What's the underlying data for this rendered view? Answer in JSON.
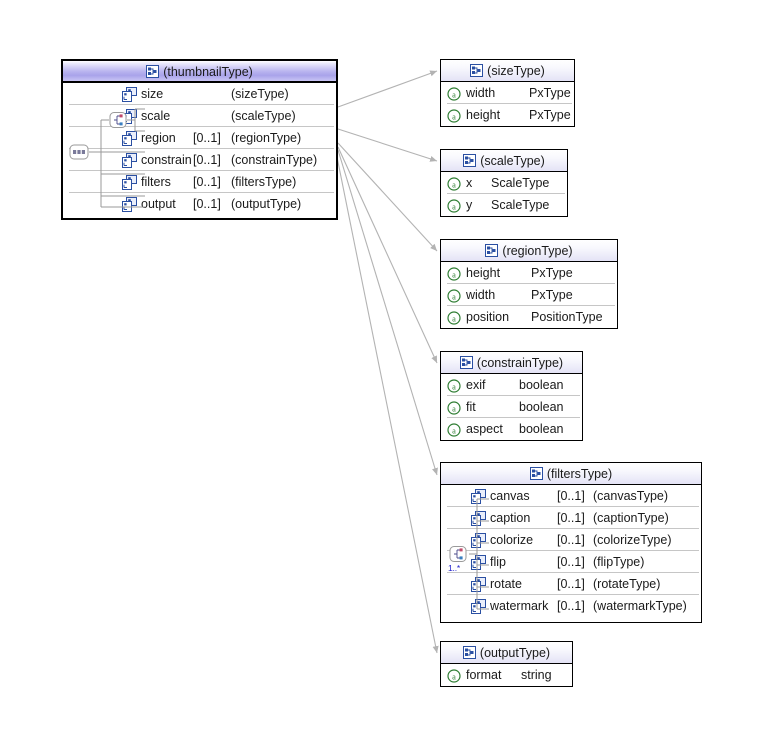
{
  "diagram": {
    "title": "XML Schema diagram",
    "colors": {
      "root_header_accent": "#a9a3ea",
      "sub_header_accent": "#e4e3f6",
      "element_icon": "#2a4fa2",
      "attribute_icon": "#2e7d32",
      "connector_line": "#b3b3b3",
      "row_separator": "#c6c6c6",
      "border": "#000000",
      "compositor_label": "#2222cc"
    },
    "icons": {
      "complex_type": "complex-type-icon",
      "element": "element-icon",
      "attribute": "attribute-icon",
      "sequence_compositor": "sequence-compositor-icon",
      "choice_compositor": "choice-compositor-icon"
    }
  },
  "root_box": {
    "title": "(thumbnailType)",
    "compositors": [
      {
        "name": "choice-compositor",
        "label": ""
      },
      {
        "name": "sequence-compositor",
        "label": ""
      }
    ],
    "rows": [
      {
        "name": "size",
        "cardinality": "",
        "type": "(sizeType)"
      },
      {
        "name": "scale",
        "cardinality": "",
        "type": "(scaleType)"
      },
      {
        "name": "region",
        "cardinality": "[0..1]",
        "type": "(regionType)"
      },
      {
        "name": "constrain",
        "cardinality": "[0..1]",
        "type": "(constrainType)"
      },
      {
        "name": "filters",
        "cardinality": "[0..1]",
        "type": "(filtersType)"
      },
      {
        "name": "output",
        "cardinality": "[0..1]",
        "type": "(outputType)"
      }
    ]
  },
  "type_boxes": [
    {
      "id": "sizeType",
      "title": "(sizeType)",
      "kind": "attributes",
      "rows": [
        {
          "name": "width",
          "cardinality": "",
          "type": "PxType"
        },
        {
          "name": "height",
          "cardinality": "",
          "type": "PxType"
        }
      ]
    },
    {
      "id": "scaleType",
      "title": "(scaleType)",
      "kind": "attributes",
      "rows": [
        {
          "name": "x",
          "cardinality": "",
          "type": "ScaleType"
        },
        {
          "name": "y",
          "cardinality": "",
          "type": "ScaleType"
        }
      ]
    },
    {
      "id": "regionType",
      "title": "(regionType)",
      "kind": "attributes",
      "rows": [
        {
          "name": "height",
          "cardinality": "",
          "type": "PxType"
        },
        {
          "name": "width",
          "cardinality": "",
          "type": "PxType"
        },
        {
          "name": "position",
          "cardinality": "",
          "type": "PositionType"
        }
      ]
    },
    {
      "id": "constrainType",
      "title": "(constrainType)",
      "kind": "attributes",
      "rows": [
        {
          "name": "exif",
          "cardinality": "",
          "type": "boolean"
        },
        {
          "name": "fit",
          "cardinality": "",
          "type": "boolean"
        },
        {
          "name": "aspect",
          "cardinality": "",
          "type": "boolean"
        }
      ]
    },
    {
      "id": "filtersType",
      "title": "(filtersType)",
      "kind": "elements",
      "compositor_label": "1..*",
      "rows": [
        {
          "name": "canvas",
          "cardinality": "[0..1]",
          "type": "(canvasType)"
        },
        {
          "name": "caption",
          "cardinality": "[0..1]",
          "type": "(captionType)"
        },
        {
          "name": "colorize",
          "cardinality": "[0..1]",
          "type": "(colorizeType)"
        },
        {
          "name": "flip",
          "cardinality": "[0..1]",
          "type": "(flipType)"
        },
        {
          "name": "rotate",
          "cardinality": "[0..1]",
          "type": "(rotateType)"
        },
        {
          "name": "watermark",
          "cardinality": "[0..1]",
          "type": "(watermarkType)"
        }
      ]
    },
    {
      "id": "outputType",
      "title": "(outputType)",
      "kind": "attributes",
      "rows": [
        {
          "name": "format",
          "cardinality": "",
          "type": "string"
        }
      ]
    }
  ]
}
